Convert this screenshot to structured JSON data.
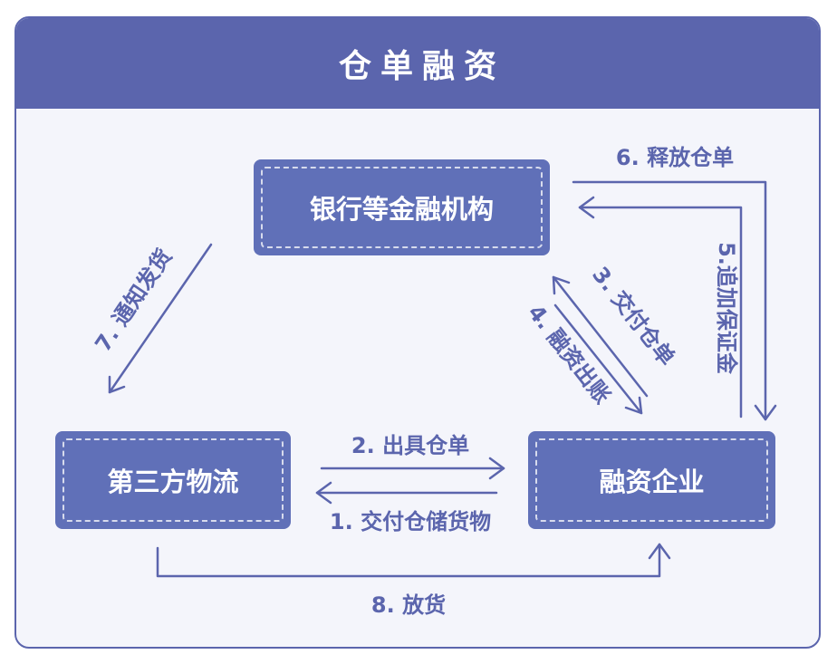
{
  "title": "仓单融资",
  "nodes": {
    "bank": "银行等金融机构",
    "logistics": "第三方物流",
    "enterprise": "融资企业"
  },
  "edges": {
    "e1": "1. 交付仓储货物",
    "e2": "2. 出具仓单",
    "e3": "3. 交付仓单",
    "e4": "4. 融资出账",
    "e5": "5.追加保证金",
    "e6": "6. 释放仓单",
    "e7": "7. 通知发货",
    "e8": "8. 放货"
  },
  "colors": {
    "primary": "#5b65ad",
    "node_fill": "#6070b8",
    "background": "#f4f5fb"
  }
}
